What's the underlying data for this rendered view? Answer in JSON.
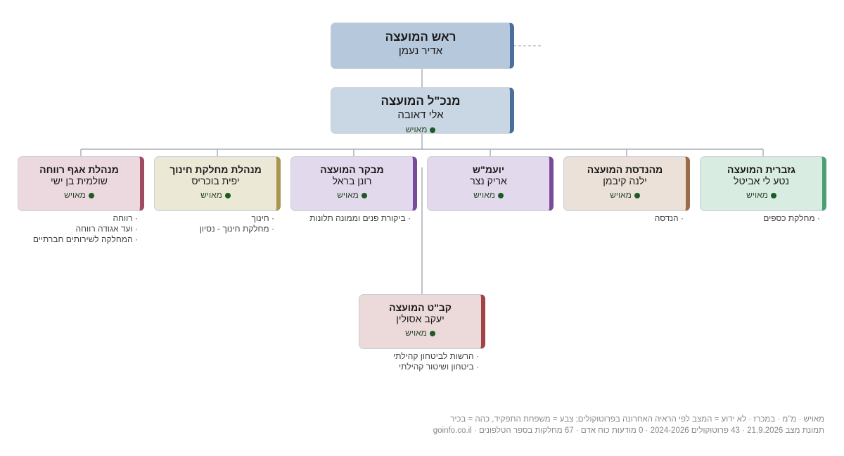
{
  "top_node": {
    "role": "ראש המועצה",
    "person": "אדיר נעמן"
  },
  "deputy_node": {
    "role": "מנכ\"ל המועצה",
    "person": "אלי דאובה",
    "status": "מאויש"
  },
  "nodes": [
    {
      "key": "treasurer",
      "role": "גזברית המועצה",
      "person": "נטע לי אביטל",
      "status": "מאויש",
      "depts": [
        "· מחלקת כספים"
      ]
    },
    {
      "key": "engineer",
      "role": "מהנדסת המועצה",
      "person": "ילנה קיבמן",
      "status": "מאויש",
      "depts": [
        "· הנדסה"
      ]
    },
    {
      "key": "legal",
      "role": "יועמ\"ש",
      "person": "אריק נצר",
      "status": "מאויש",
      "depts": []
    },
    {
      "key": "auditor",
      "role": "מבקר המועצה",
      "person": "רונן בראל",
      "status": "מאויש",
      "depts": [
        "· ביקורת פנים וממונה תלונות"
      ]
    },
    {
      "key": "education",
      "role": "מנהלת מחלקת חינוך",
      "person": "יפית בוכריס",
      "status": "מאויש",
      "depts": [
        "· חינוך",
        "· מחלקת חינוך - נסיון"
      ]
    },
    {
      "key": "welfare",
      "role": "מנהלת אגף רווחה",
      "person": "שולמית בן ישי",
      "status": "מאויש",
      "depts": [
        "· רווחה",
        "· ועד אגודה רווחה",
        "· המחלקה לשירותים חברתיים"
      ]
    }
  ],
  "security_node": {
    "role": "קב\"ט המועצה",
    "person": "יעקב אסולין",
    "status": "מאויש",
    "depts": [
      "· הרשות לביטחון קהילתי",
      "· ביטחון ושיטור קהילתי"
    ]
  },
  "legend": {
    "line1": "מאויש · מ\"מ · במכרז · לא ידוע = המצב לפי הראיה האחרונה בפרוטוקולים; צבע = משפחת התפקיד, כהה = בכיר",
    "line2": "תמונת מצב 21.9.2026 · 43 פרוטוקולים 2024-2026 · 0 מודעות כוח אדם · 67 מחלקות בספר הטלפונים · goinfo.co.il"
  },
  "colors": {
    "top_fill": "#b6c8dc",
    "deputy_fill": "#c9d6e3",
    "exec_accent": "#4a6f9a",
    "treasurer_fill": "#d8ece1",
    "treasurer_accent": "#4aa073",
    "engineer_fill": "#ece1d8",
    "engineer_accent": "#9a6d48",
    "legal_fill": "#e3d9ec",
    "legal_accent": "#7a4a9a",
    "auditor_fill": "#e3d9ec",
    "auditor_accent": "#7a4a9a",
    "education_fill": "#ece8d6",
    "education_accent": "#a8964e",
    "welfare_fill": "#ecd9df",
    "welfare_accent": "#a04a64",
    "security_fill": "#ecd9da",
    "security_accent": "#a04448",
    "connector": "#aab0b8"
  }
}
